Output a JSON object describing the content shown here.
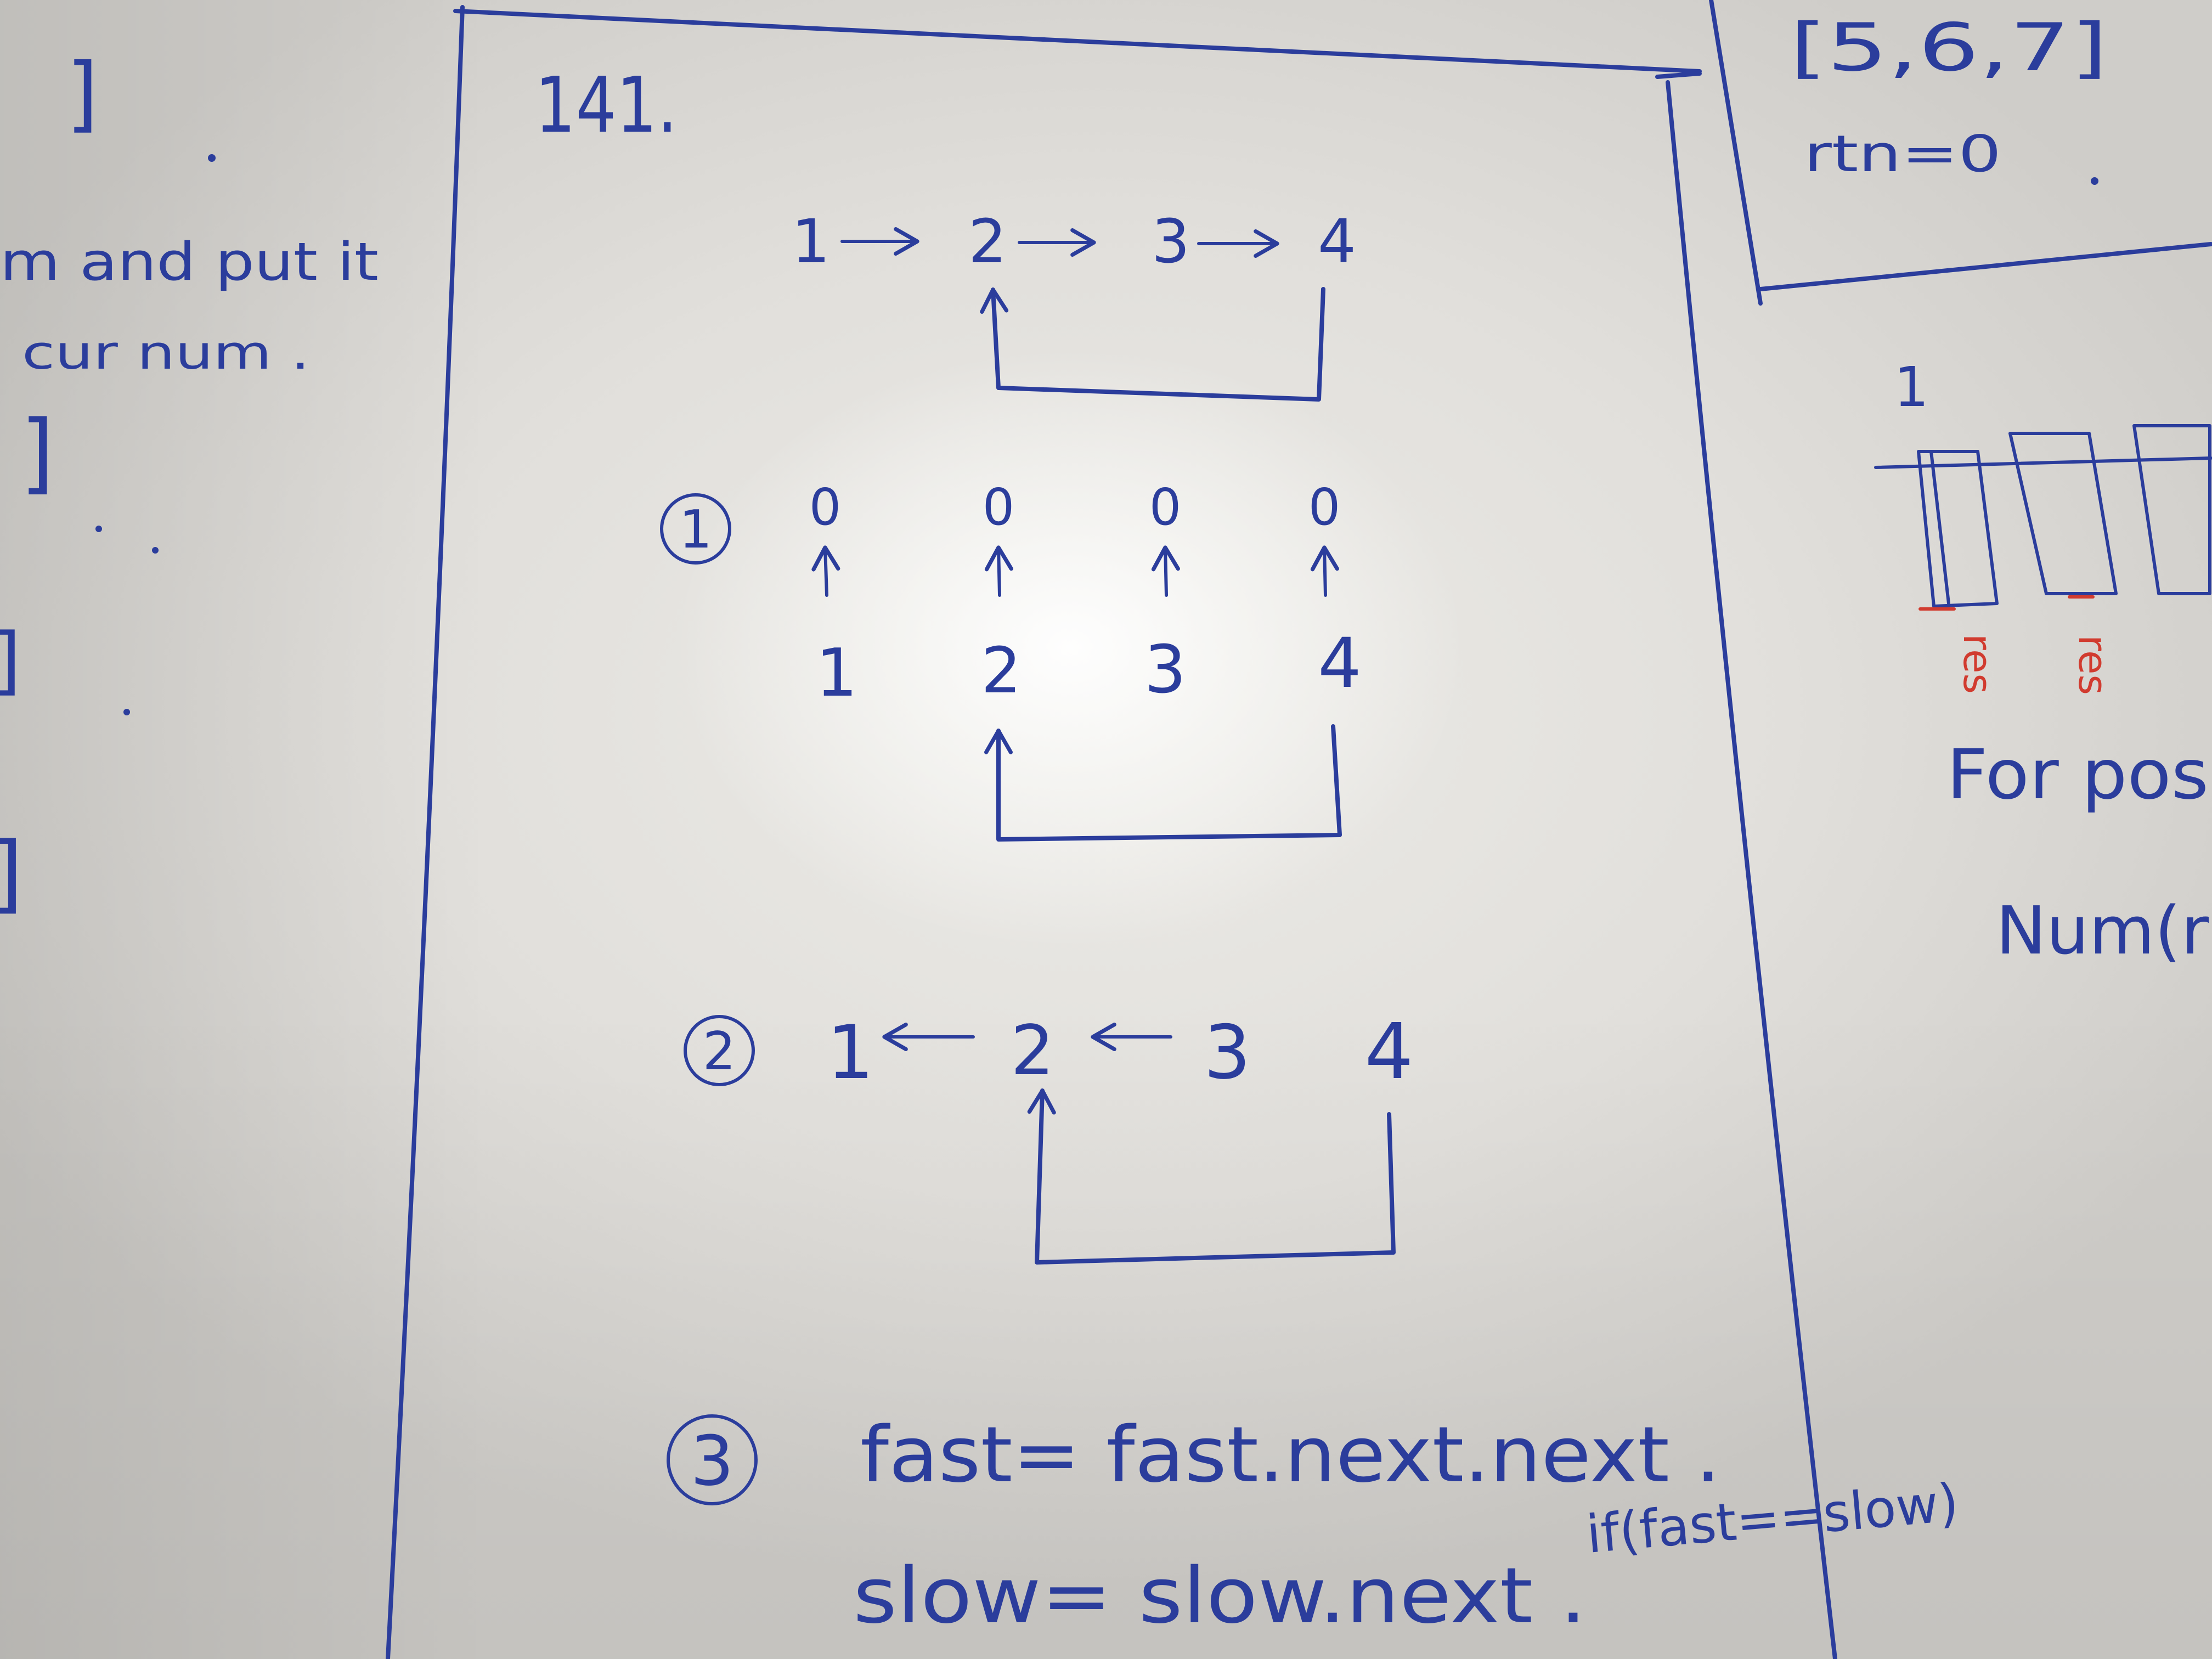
{
  "left_page": {
    "top_bracket": "]",
    "note_line_1": "m and put it",
    "note_line_2": "cur num .",
    "brackets": [
      "]",
      "]",
      "]"
    ]
  },
  "main_page": {
    "title": "141.",
    "linked_list": {
      "nodes": [
        "1",
        "2",
        "3",
        "4"
      ]
    },
    "step_1": {
      "marker": "1",
      "values": [
        "0",
        "0",
        "0",
        "0"
      ],
      "nodes": [
        "1",
        "2",
        "3",
        "4"
      ]
    },
    "step_2": {
      "marker": "2",
      "nodes": [
        "1",
        "2",
        "3",
        "4"
      ]
    },
    "step_3": {
      "marker": "3",
      "fast_line": "fast= fast.next.next .",
      "slow_line": "slow= slow.next .",
      "condition": "if(fast==slow)"
    }
  },
  "right_page": {
    "array": "[5,6,7]",
    "init": "rtn=0",
    "bar_label": "1",
    "red_labels": [
      "res",
      "res"
    ],
    "note_line_1": "For pos",
    "note_line_2": "Num(r"
  },
  "colors": {
    "ink_blue": "#2b3d9c",
    "ink_red": "#d13b2f",
    "paper": "#ecebe7"
  }
}
